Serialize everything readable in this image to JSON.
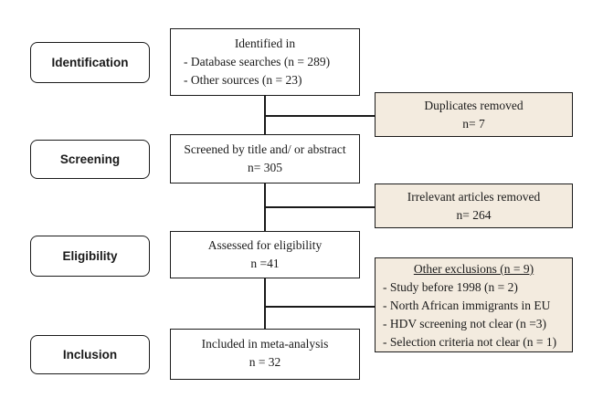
{
  "stages": {
    "identification": "Identification",
    "screening": "Screening",
    "eligibility": "Eligibility",
    "inclusion": "Inclusion"
  },
  "identified": {
    "title": "Identified in",
    "items": [
      "- Database searches (n = 289)",
      "- Other sources (n = 23)"
    ]
  },
  "duplicates": {
    "title": "Duplicates removed",
    "count": "n= 7"
  },
  "screened": {
    "title": "Screened by title and/ or abstract",
    "count": "n= 305"
  },
  "irrelevant": {
    "title": "Irrelevant articles removed",
    "count": "n= 264"
  },
  "assessed": {
    "title": "Assessed for eligibility",
    "count": "n =41"
  },
  "exclusions": {
    "title": "Other exclusions (n = 9)",
    "items": [
      "- Study before 1998 (n = 2)",
      "- North African immigrants in EU",
      "- HDV screening not clear (n =3)",
      "- Selection criteria not clear (n = 1)"
    ]
  },
  "included": {
    "title": "Included in meta-analysis",
    "count": "n = 32"
  }
}
